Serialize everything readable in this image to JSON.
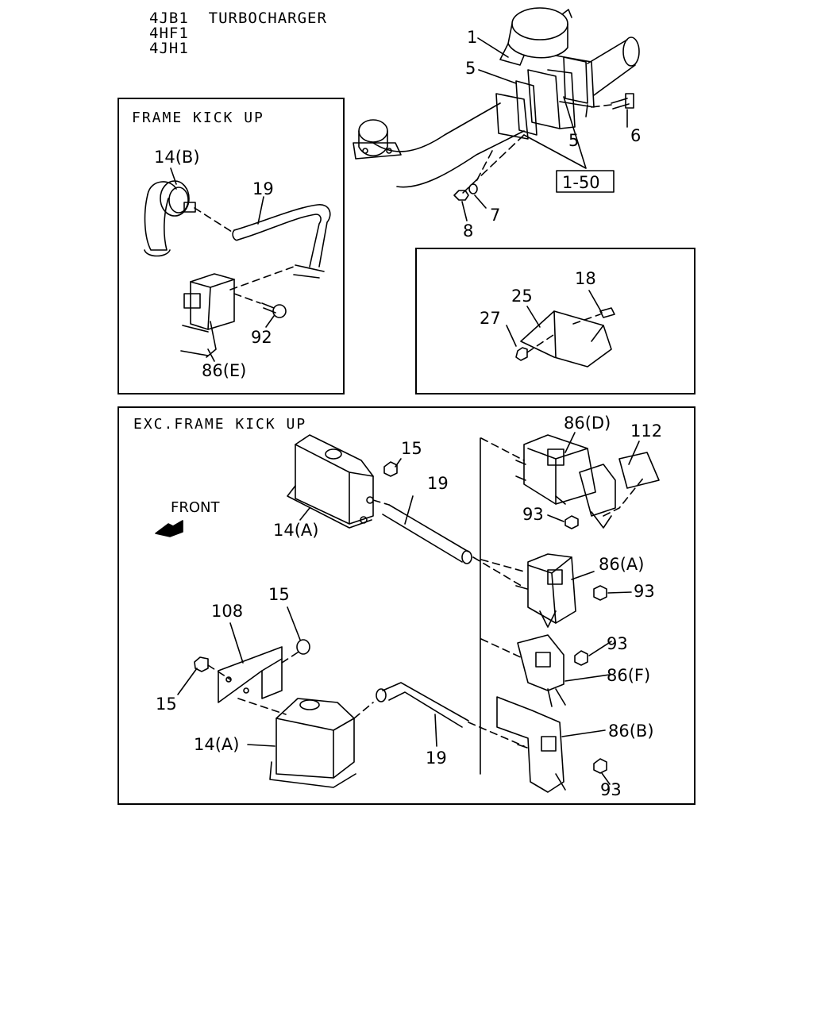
{
  "header": {
    "line1": "4JB1  TURBOCHARGER",
    "line2": "4HF1",
    "line3": "4JH1"
  },
  "boxes": {
    "frame_kick_up": "FRAME KICK UP",
    "exc_frame_kick_up": "EXC.FRAME KICK UP"
  },
  "labels": {
    "front": "FRONT",
    "ref_1_50": "1-50",
    "p1": "1",
    "p5a": "5",
    "p5b": "5",
    "p6": "6",
    "p7": "7",
    "p8": "8",
    "p14b": "14(B)",
    "p19_top": "19",
    "p92": "92",
    "p86e": "86(E)",
    "p18": "18",
    "p25": "25",
    "p27": "27",
    "p15_a": "15",
    "p19_mid": "19",
    "p14a_top": "14(A)",
    "p86d": "86(D)",
    "p112": "112",
    "p93_a": "93",
    "p86a": "86(A)",
    "p93_b": "93",
    "p108": "108",
    "p15_b": "15",
    "p15_c": "15",
    "p93_c": "93",
    "p86f": "86(F)",
    "p14a_bot": "14(A)",
    "p19_bot": "19",
    "p86b": "86(B)",
    "p93_d": "93"
  }
}
